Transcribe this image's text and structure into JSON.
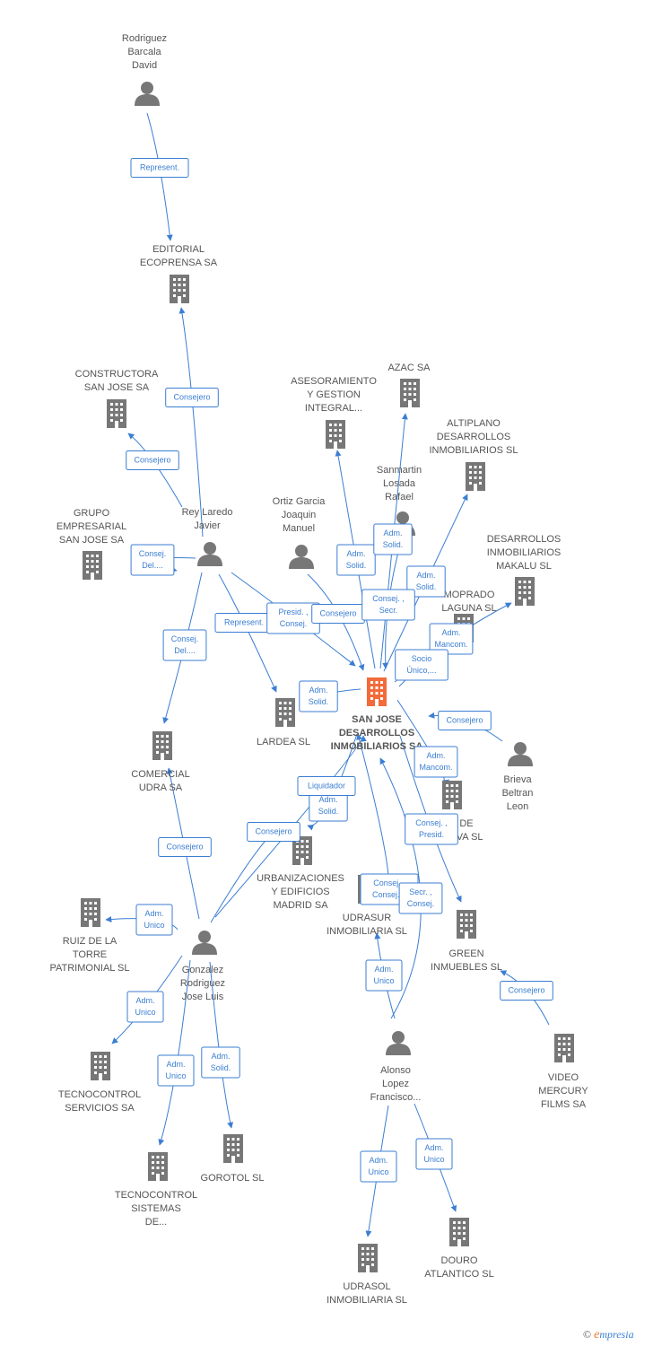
{
  "colors": {
    "edge": "#3b7ed2",
    "node": "#777777",
    "focus": "#f26b3a"
  },
  "nodes": [
    {
      "id": "rodriguez",
      "type": "person",
      "lines": [
        "Rodriguez",
        "Barcala",
        "David"
      ]
    },
    {
      "id": "editorial",
      "type": "company",
      "lines": [
        "EDITORIAL",
        "ECOPRENSA SA"
      ]
    },
    {
      "id": "constructora",
      "type": "company",
      "lines": [
        "CONSTRUCTORA",
        "SAN JOSE SA"
      ]
    },
    {
      "id": "grupo",
      "type": "company",
      "lines": [
        "GRUPO",
        "EMPRESARIAL",
        "SAN JOSE SA"
      ]
    },
    {
      "id": "rey",
      "type": "person",
      "lines": [
        "Rey Laredo",
        "Javier"
      ]
    },
    {
      "id": "ortiz",
      "type": "person",
      "lines": [
        "Ortiz Garcia",
        "Joaquin",
        "Manuel"
      ]
    },
    {
      "id": "asesoramiento",
      "type": "company",
      "lines": [
        "ASESORAMIENTO",
        "Y GESTION",
        "INTEGRAL..."
      ]
    },
    {
      "id": "azac",
      "type": "company",
      "lines": [
        "AZAC SA"
      ]
    },
    {
      "id": "altiplano",
      "type": "company",
      "lines": [
        "ALTIPLANO",
        "DESARROLLOS",
        "INMOBILIARIOS SL"
      ]
    },
    {
      "id": "sanmartin",
      "type": "person",
      "lines": [
        "Sanmartin",
        "Losada",
        "Rafael"
      ]
    },
    {
      "id": "makalu",
      "type": "company",
      "lines": [
        "DESARROLLOS",
        "INMOBILIARIOS",
        "MAKALU SL"
      ]
    },
    {
      "id": "moprado",
      "type": "company",
      "lines": [
        "MOPRADO",
        "LAGUNA SL"
      ]
    },
    {
      "id": "sanjose",
      "type": "focus",
      "lines": [
        "SAN JOSE",
        "DESARROLLOS",
        "INMOBILIARIOS SA"
      ]
    },
    {
      "id": "lardea",
      "type": "company",
      "lines": [
        "LARDEA SL"
      ]
    },
    {
      "id": "comercial",
      "type": "company",
      "lines": [
        "COMERCIAL",
        "UDRA SA"
      ]
    },
    {
      "id": "brieva",
      "type": "person",
      "lines": [
        "Brieva",
        "Beltran",
        "Leon"
      ]
    },
    {
      "id": "deva",
      "type": "company",
      "lines": [
        "DE",
        "EVA SL"
      ]
    },
    {
      "id": "urbanizaciones",
      "type": "company",
      "lines": [
        "URBANIZACIONES",
        "Y EDIFICIOS",
        "MADRID SA"
      ]
    },
    {
      "id": "udrasur",
      "type": "company",
      "lines": [
        "UDRASUR",
        "INMOBILIARIA SL"
      ]
    },
    {
      "id": "green",
      "type": "company",
      "lines": [
        "GREEN",
        "INMUEBLES SL"
      ]
    },
    {
      "id": "ruiz",
      "type": "company",
      "lines": [
        "RUIZ DE LA",
        "TORRE",
        "PATRIMONIAL SL"
      ]
    },
    {
      "id": "gonzalez",
      "type": "person",
      "lines": [
        "Gonzalez",
        "Rodriguez",
        "Jose Luis"
      ]
    },
    {
      "id": "video",
      "type": "company",
      "lines": [
        "VIDEO",
        "MERCURY",
        "FILMS SA"
      ]
    },
    {
      "id": "alonso",
      "type": "person",
      "lines": [
        "Alonso",
        "Lopez",
        "Francisco..."
      ]
    },
    {
      "id": "tecservicios",
      "type": "company",
      "lines": [
        "TECNOCONTROL",
        "SERVICIOS SA"
      ]
    },
    {
      "id": "tecsistemas",
      "type": "company",
      "lines": [
        "TECNOCONTROL",
        "SISTEMAS",
        "DE..."
      ]
    },
    {
      "id": "gorotol",
      "type": "company",
      "lines": [
        "GOROTOL SL"
      ]
    },
    {
      "id": "udrasol",
      "type": "company",
      "lines": [
        "UDRASOL",
        "INMOBILIARIA SL"
      ]
    },
    {
      "id": "douro",
      "type": "company",
      "lines": [
        "DOURO",
        "ATLANTICO SL"
      ]
    }
  ],
  "edges": [
    {
      "from": "rodriguez",
      "to": "editorial",
      "label": [
        "Represent."
      ]
    },
    {
      "from": "rey",
      "to": "editorial",
      "label": [
        "Consejero"
      ]
    },
    {
      "from": "rey",
      "to": "constructora",
      "label": [
        "Consejero"
      ]
    },
    {
      "from": "rey",
      "to": "grupo",
      "label": [
        "Consej.",
        "Del...."
      ]
    },
    {
      "from": "rey",
      "to": "comercial",
      "label": [
        "Consej.",
        "Del...."
      ]
    },
    {
      "from": "rey",
      "to": "lardea",
      "label": [
        "Represent."
      ]
    },
    {
      "from": "rey",
      "to": "sanjose",
      "label": [
        "Presid. ,",
        "Consej."
      ]
    },
    {
      "from": "ortiz",
      "to": "sanjose",
      "label": [
        "Consejero"
      ]
    },
    {
      "from": "sanjose",
      "to": "asesoramiento",
      "label": [
        "Adm.",
        "Solid."
      ]
    },
    {
      "from": "sanjose",
      "to": "azac",
      "label": [
        "Adm.",
        "Solid."
      ]
    },
    {
      "from": "sanjose",
      "to": "altiplano",
      "label": [
        "Adm.",
        "Solid."
      ]
    },
    {
      "from": "sanmartin",
      "to": "sanjose",
      "label": [
        "Consej. ,",
        "Secr."
      ]
    },
    {
      "from": "sanjose",
      "to": "makalu",
      "label": [
        "Adm.",
        "Mancom."
      ]
    },
    {
      "from": "sanjose",
      "to": "moprado",
      "label": [
        "Socio",
        "Único,..."
      ]
    },
    {
      "from": "sanjose",
      "to": "lardea",
      "label": [
        "Adm.",
        "Solid."
      ]
    },
    {
      "from": "brieva",
      "to": "sanjose",
      "label": [
        "Consejero"
      ]
    },
    {
      "from": "sanjose",
      "to": "deva",
      "label": [
        "Adm.",
        "Mancom."
      ]
    },
    {
      "from": "sanjose",
      "to": "green",
      "label": [
        "Consej. ,",
        "Presid."
      ]
    },
    {
      "from": "sanjose",
      "to": "urbanizaciones",
      "label": [
        "Adm.",
        "Solid."
      ]
    },
    {
      "from": "udrasur",
      "to": "sanjose",
      "label": [
        "Consej. ,",
        "Consej...."
      ]
    },
    {
      "from": "gonzalez",
      "to": "sanjose",
      "label": [
        "Liquidador"
      ]
    },
    {
      "from": "gonzalez",
      "to": "urbanizaciones",
      "label": [
        "Consejero"
      ]
    },
    {
      "from": "gonzalez",
      "to": "comercial",
      "label": [
        "Consejero"
      ]
    },
    {
      "from": "gonzalez",
      "to": "ruiz",
      "label": [
        "Adm.",
        "Unico"
      ]
    },
    {
      "from": "gonzalez",
      "to": "tecservicios",
      "label": [
        "Adm.",
        "Unico"
      ]
    },
    {
      "from": "gonzalez",
      "to": "tecsistemas",
      "label": [
        "Adm.",
        "Unico"
      ]
    },
    {
      "from": "gonzalez",
      "to": "gorotol",
      "label": [
        "Adm.",
        "Solid."
      ]
    },
    {
      "from": "alonso",
      "to": "udrasur",
      "label": [
        "Adm.",
        "Unico"
      ]
    },
    {
      "from": "alonso",
      "to": "udrasol",
      "label": [
        "Adm.",
        "Unico"
      ]
    },
    {
      "from": "alonso",
      "to": "douro",
      "label": [
        "Adm.",
        "Unico"
      ]
    },
    {
      "from": "alonso",
      "to": "sanjose",
      "label": [
        "Secr. ,",
        "Consej."
      ]
    },
    {
      "from": "video",
      "to": "green",
      "label": [
        "Consejero"
      ]
    }
  ],
  "footer": {
    "copyright": "©",
    "brand_e": "e",
    "brand_rest": "mpresia"
  }
}
